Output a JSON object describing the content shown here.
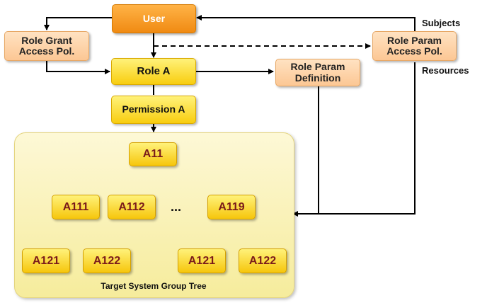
{
  "nodes": {
    "user": "User",
    "role_grant": [
      "Role Grant",
      "Access Pol."
    ],
    "role_param_access": [
      "Role Param",
      "Access Pol."
    ],
    "role_a": "Role A",
    "role_param_def": [
      "Role Param",
      "Definition"
    ],
    "permission_a": "Permission A",
    "a11": "A11",
    "a111": "A111",
    "a112": "A112",
    "ellipsis": "...",
    "a119": "A119",
    "a121_left": "A121",
    "a122_left": "A122",
    "a121_right": "A121",
    "a122_right": "A122"
  },
  "labels": {
    "subjects": "Subjects",
    "resources": "Resources",
    "tree_caption": "Target System Group Tree"
  },
  "colors": {
    "user": "#f08a12",
    "peach": "#fcc794",
    "yellow": "#f8cd0f",
    "node_text": "#7a1a1a",
    "tree_bg": "#f6ec9c"
  }
}
